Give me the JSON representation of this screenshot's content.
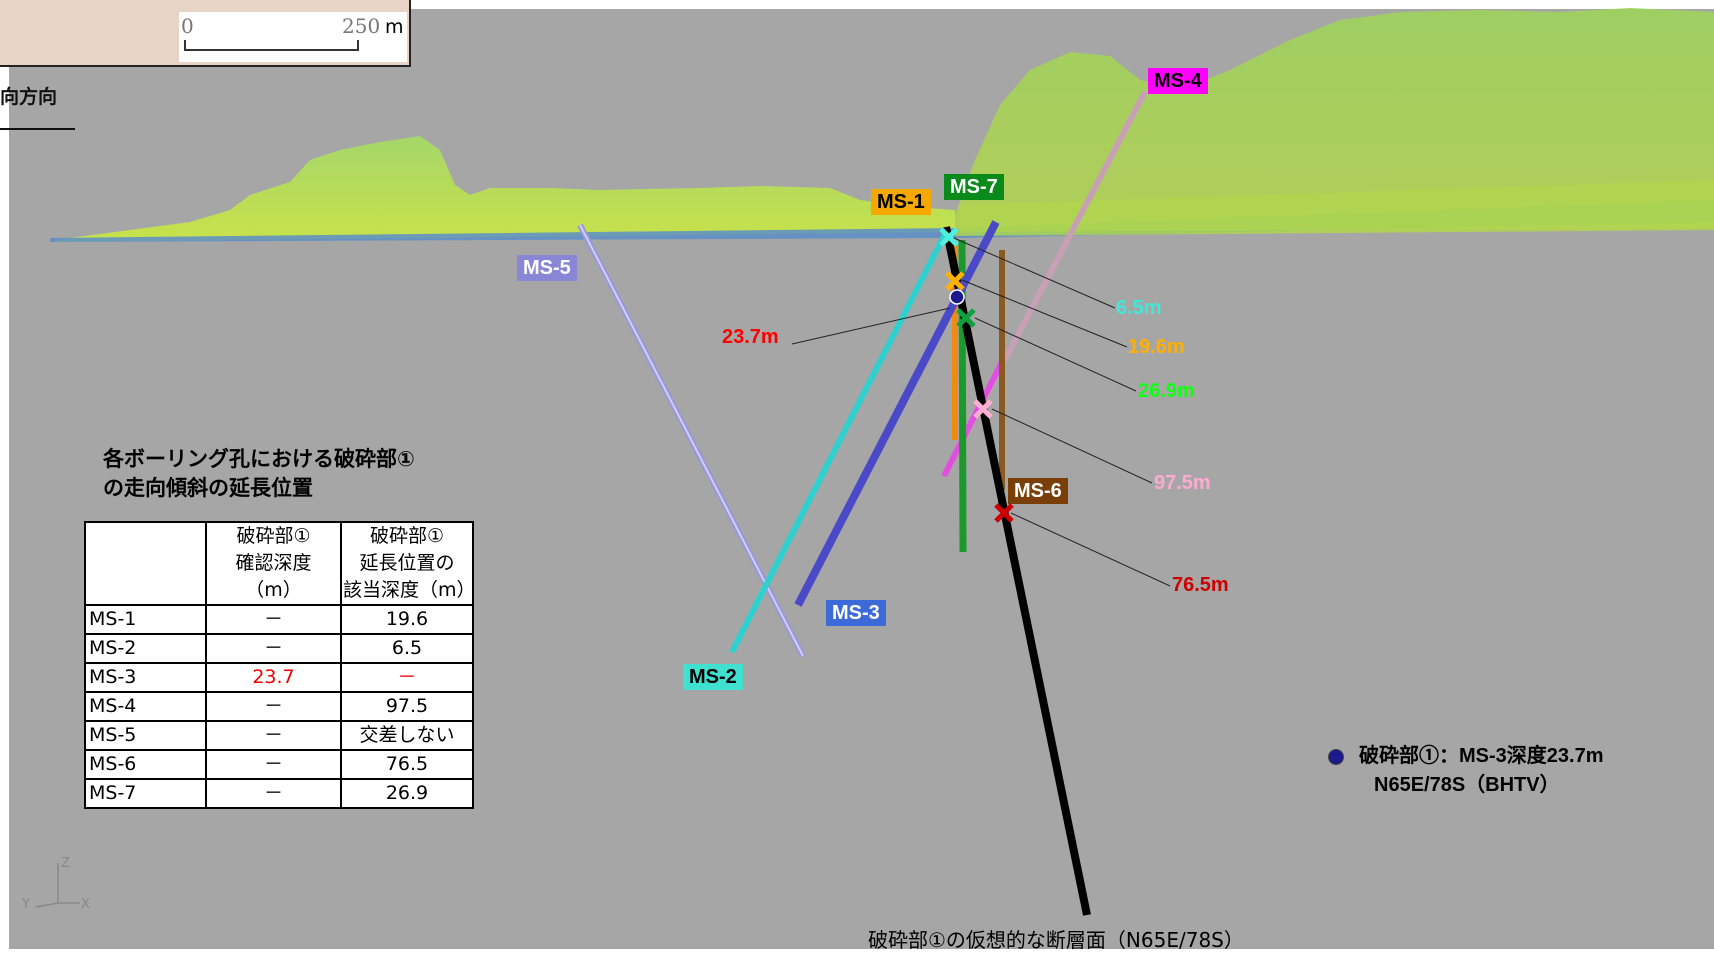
{
  "scale": {
    "zero": "0",
    "max": "250",
    "unit": "m"
  },
  "direction_label": "向方向",
  "boreholes": [
    {
      "id": "MS-1",
      "color": "#f5a800",
      "text": "#000000"
    },
    {
      "id": "MS-2",
      "color": "#3fe0d0",
      "text": "#000000"
    },
    {
      "id": "MS-3",
      "color": "#3c6ad8",
      "text": "#ffffff"
    },
    {
      "id": "MS-4",
      "color": "#ff00ff",
      "text": "#000000"
    },
    {
      "id": "MS-5",
      "color": "#8a86d6",
      "text": "#ffffff"
    },
    {
      "id": "MS-6",
      "color": "#7a3f08",
      "text": "#ffffff"
    },
    {
      "id": "MS-7",
      "color": "#0a8a1a",
      "text": "#ffffff"
    }
  ],
  "depth_labels": [
    {
      "text": "6.5m",
      "color": "#40e8d8"
    },
    {
      "text": "19.6m",
      "color": "#ffb000"
    },
    {
      "text": "26.9m",
      "color": "#10ff10"
    },
    {
      "text": "97.5m",
      "color": "#ffaad0"
    },
    {
      "text": "76.5m",
      "color": "#cc0000"
    },
    {
      "text": "23.7m",
      "color": "#ff0000"
    }
  ],
  "table": {
    "title_line1": "各ボーリング孔における破砕部①",
    "title_line2": "の走向傾斜の延長位置",
    "header_col1_line1": "破砕部①",
    "header_col1_line2": "確認深度",
    "header_col1_line3": "（m）",
    "header_col2_line1": "破砕部①",
    "header_col2_line2": "延長位置の",
    "header_col2_line3": "該当深度（m）",
    "rows": [
      {
        "hole": "MS-1",
        "confirmed": "－",
        "extension": "19.6"
      },
      {
        "hole": "MS-2",
        "confirmed": "－",
        "extension": "6.5"
      },
      {
        "hole": "MS-3",
        "confirmed": "23.7",
        "extension": "－"
      },
      {
        "hole": "MS-4",
        "confirmed": "－",
        "extension": "97.5"
      },
      {
        "hole": "MS-5",
        "confirmed": "－",
        "extension": "交差しない"
      },
      {
        "hole": "MS-6",
        "confirmed": "－",
        "extension": "76.5"
      },
      {
        "hole": "MS-7",
        "confirmed": "－",
        "extension": "26.9"
      }
    ],
    "highlight_color": "#ee0000"
  },
  "legend": {
    "line1": "破砕部①：MS-3深度23.7m",
    "line2": "N65E/78S（BHTV）"
  },
  "caption": "破砕部①の仮想的な断層面（N65E/78S）",
  "axes": {
    "z": "Z",
    "y": "Y",
    "x": "X"
  }
}
